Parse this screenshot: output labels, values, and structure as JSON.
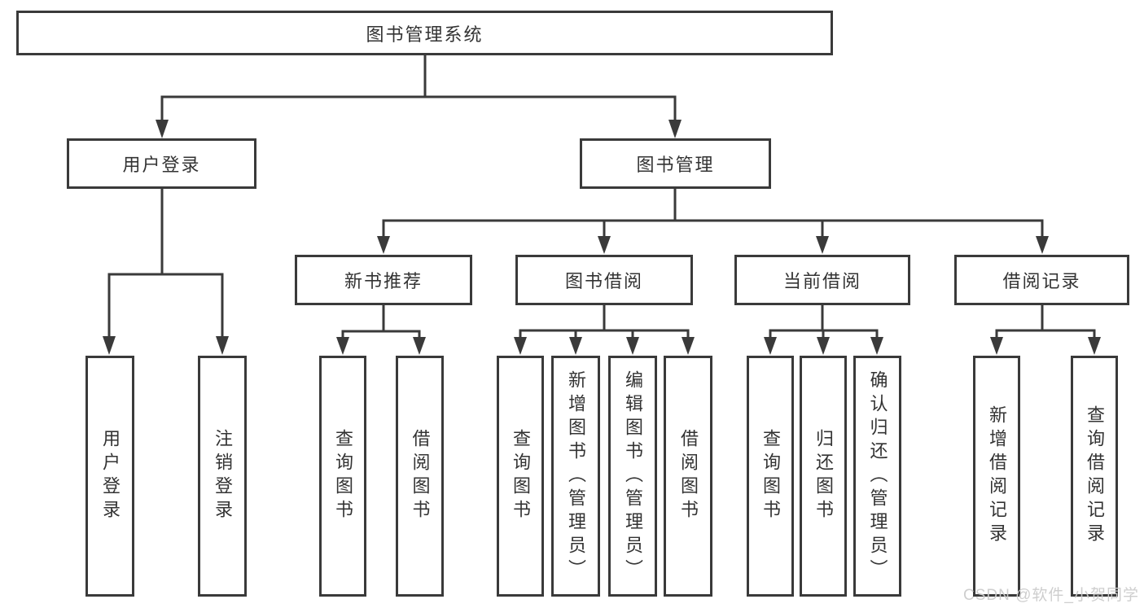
{
  "watermark": "CSDN @软件_小贺同学",
  "colors": {
    "line": "#3a3a3a",
    "text": "#333333",
    "background": "#ffffff",
    "watermark": "#cbcbcb"
  },
  "tree": {
    "label": "图书管理系统",
    "children": [
      {
        "label": "用户登录",
        "children": [
          {
            "label": "用户登录"
          },
          {
            "label": "注销登录"
          }
        ]
      },
      {
        "label": "图书管理",
        "children": [
          {
            "label": "新书推荐",
            "children": [
              {
                "label": "查询图书"
              },
              {
                "label": "借阅图书"
              }
            ]
          },
          {
            "label": "图书借阅",
            "children": [
              {
                "label": "查询图书"
              },
              {
                "label": "新增图书（管理员）"
              },
              {
                "label": "编辑图书（管理员）"
              },
              {
                "label": "借阅图书"
              }
            ]
          },
          {
            "label": "当前借阅",
            "children": [
              {
                "label": "查询图书"
              },
              {
                "label": "归还图书"
              },
              {
                "label": "确认归还（管理员）"
              }
            ]
          },
          {
            "label": "借阅记录",
            "children": [
              {
                "label": "新增借阅记录"
              },
              {
                "label": "查询借阅记录"
              }
            ]
          }
        ]
      }
    ]
  }
}
